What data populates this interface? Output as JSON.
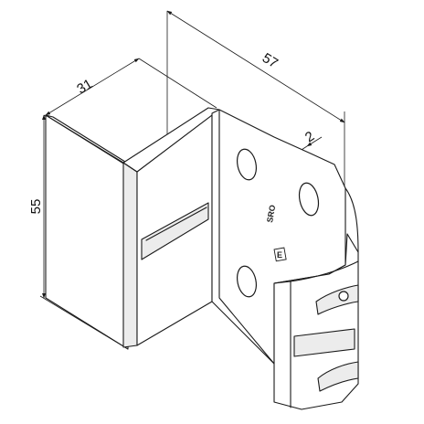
{
  "drawing": {
    "dimensions": {
      "height": "55",
      "depth": "31",
      "width": "57",
      "thickness": "2"
    },
    "part_marking": "SRO",
    "logo_letter": "E"
  }
}
